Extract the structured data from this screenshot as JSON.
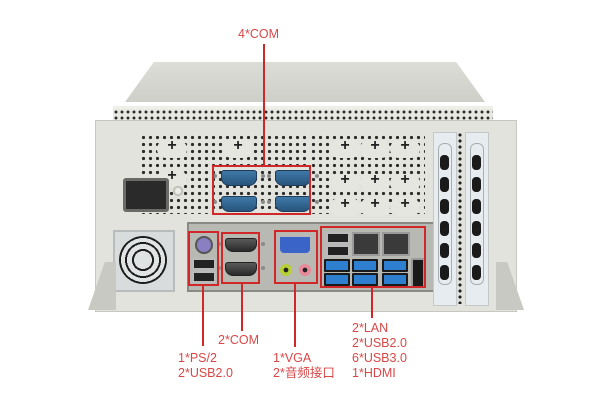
{
  "product": {
    "description": "Industrial PC chassis rear I/O panel"
  },
  "callouts": {
    "top": {
      "label": "4*COM"
    },
    "com2": {
      "label": "2*COM"
    },
    "ps2_usb": {
      "lines": [
        "1*PS/2",
        "2*USB2.0"
      ]
    },
    "vga_audio": {
      "lines": [
        "1*VGA",
        "2*音频接口"
      ]
    },
    "lan_usb_hdmi": {
      "lines": [
        "2*LAN",
        "2*USB2.0",
        "6*USB3.0",
        "1*HDMI"
      ]
    }
  },
  "colors": {
    "callout_red": "#d02828",
    "label_red": "#d94848",
    "chassis": "#e2e2dc",
    "usb3_blue": "#2f7fd0",
    "com_blue": "#3f78a8"
  }
}
